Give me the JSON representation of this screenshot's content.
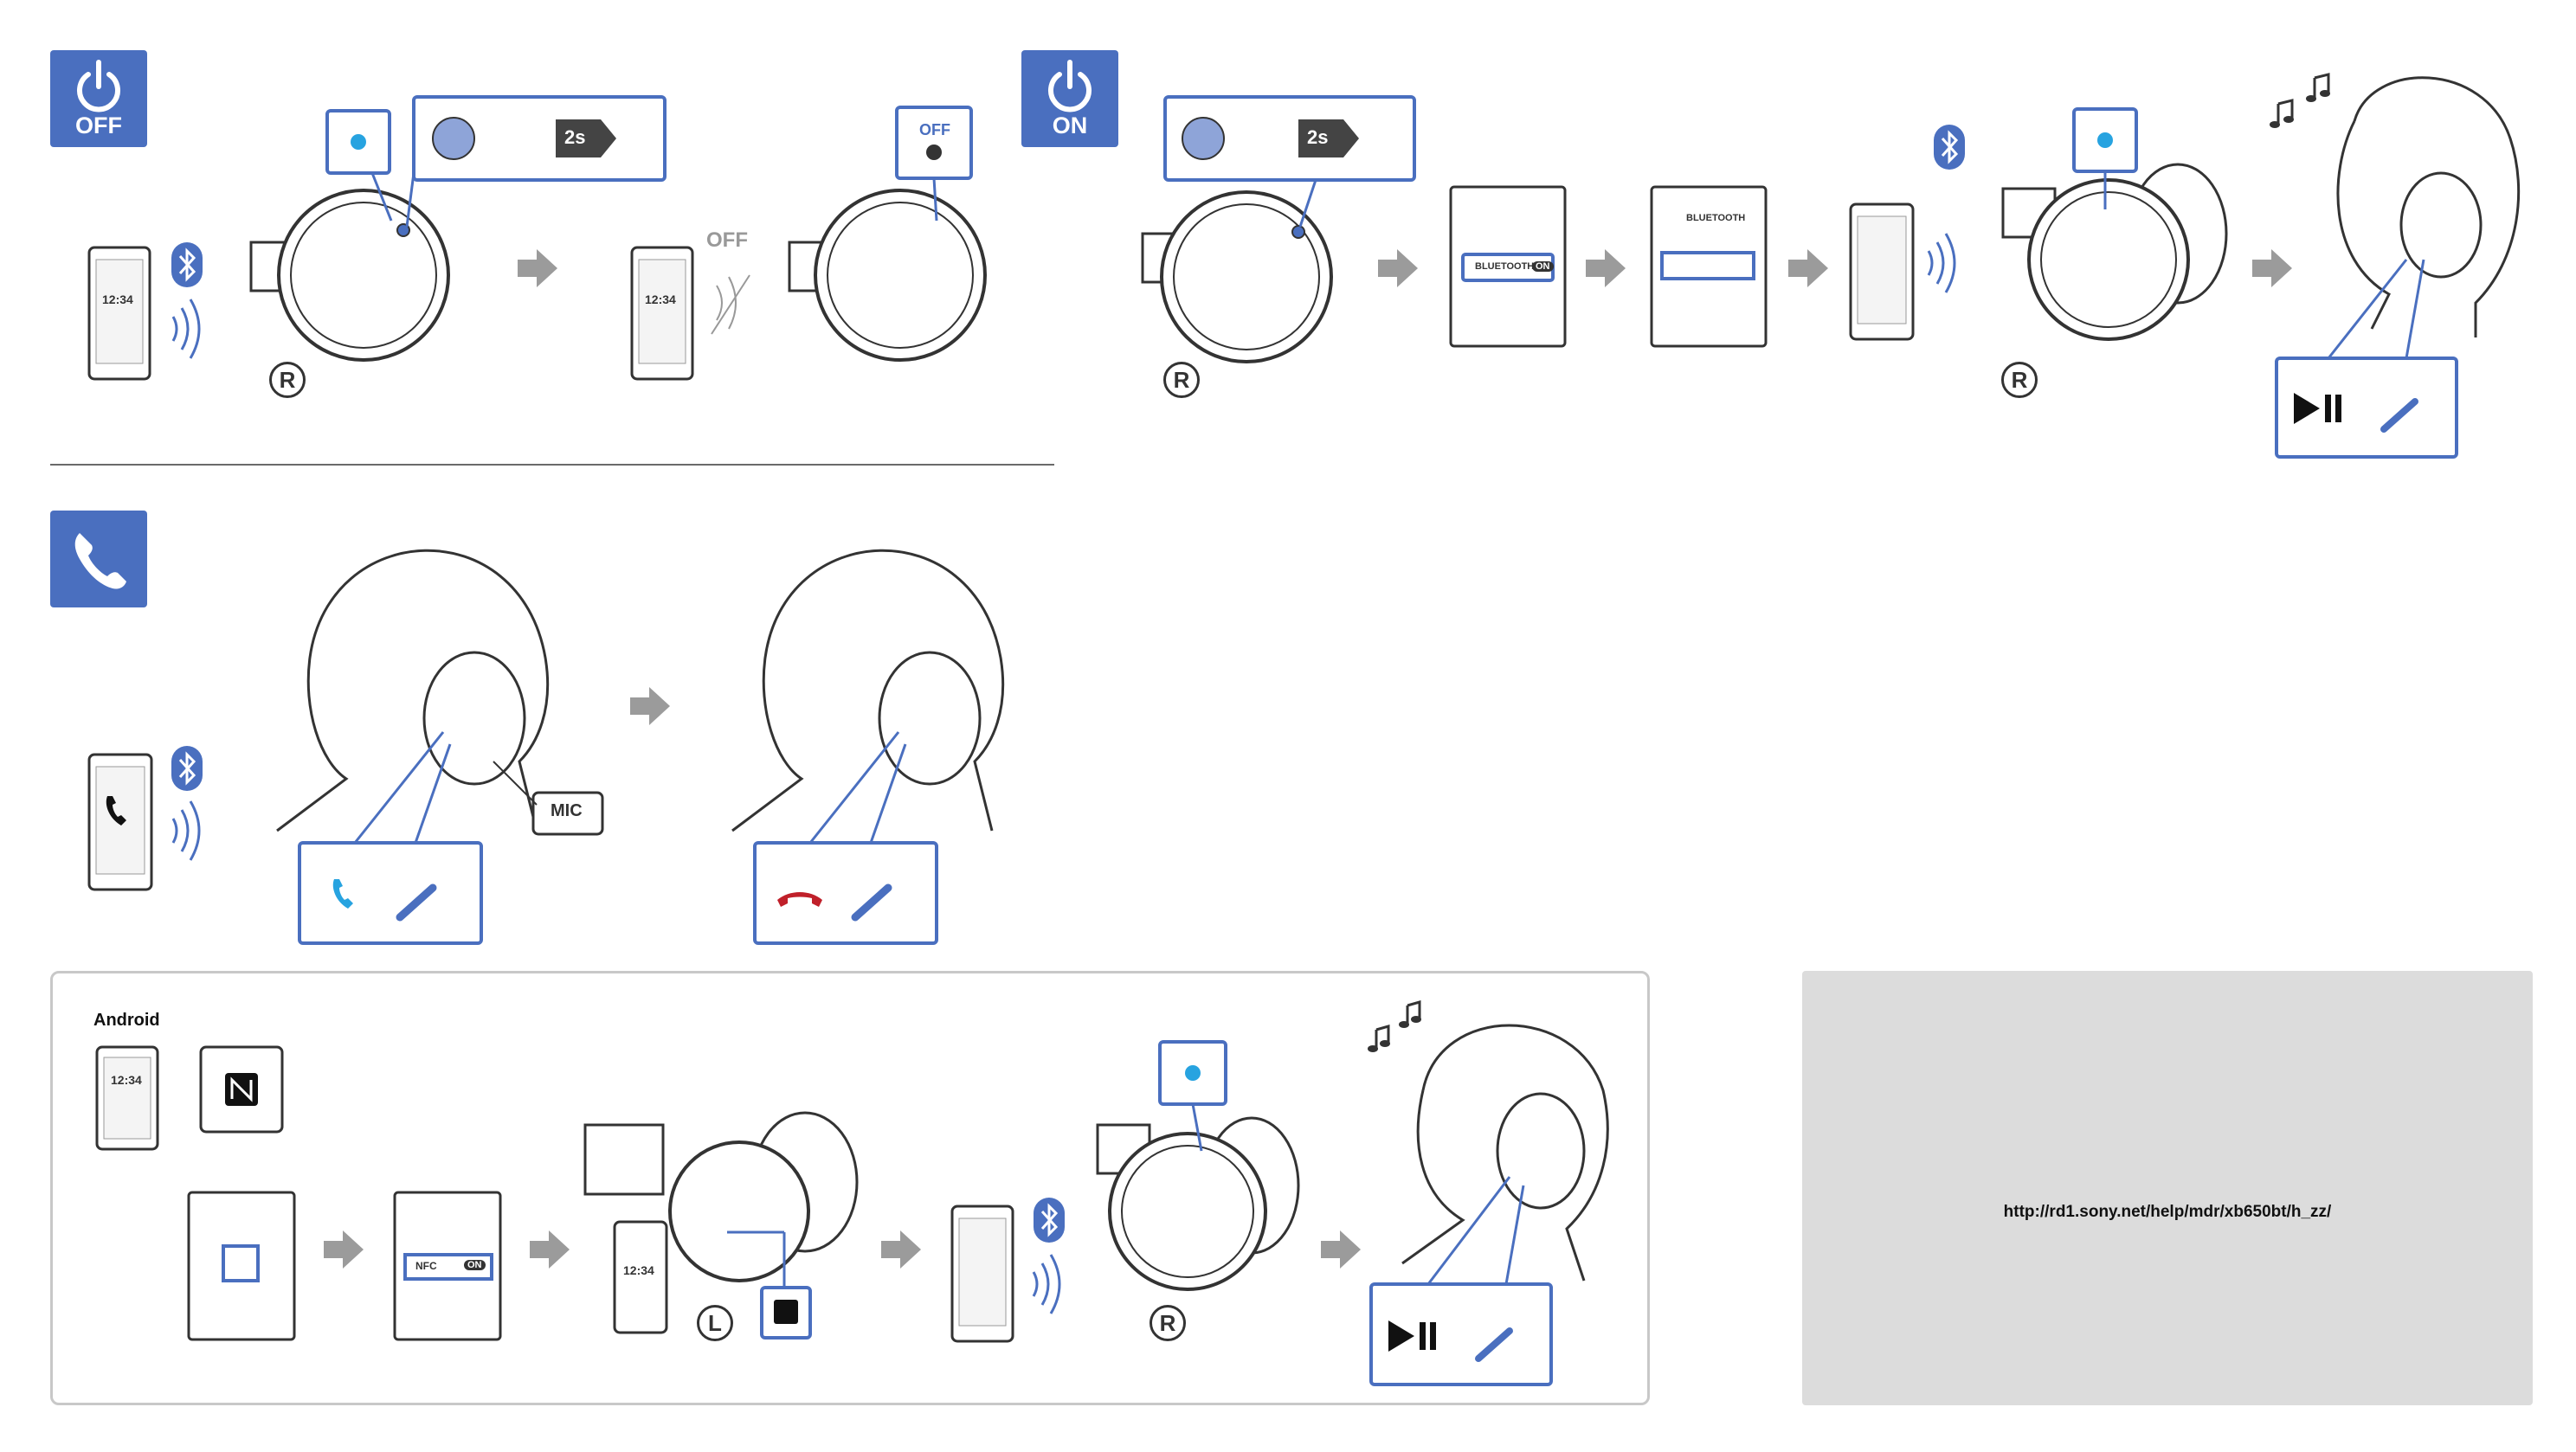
{
  "sections": {
    "off": {
      "tag_label": "OFF",
      "icon": "power-icon"
    },
    "on": {
      "tag_label": "ON",
      "icon": "power-icon"
    },
    "call": {
      "icon": "phone-icon"
    },
    "info": {
      "icon": "info-icon"
    }
  },
  "labels": {
    "phone_clock": "12:34",
    "off_status": "OFF",
    "off_callout": "OFF",
    "right_mark": "R",
    "left_mark": "L",
    "hold_time": "2s",
    "bluetooth_item": "BLUETOOTH",
    "bluetooth_toggle": "ON",
    "mic_label": "MIC",
    "android_label": "Android",
    "nfc_item": "NFC",
    "nfc_toggle": "ON",
    "help_url": "http://rd1.sony.net/help/mdr/xb650bt/h_zz/"
  },
  "colors": {
    "accent_blue": "#4a6fbf",
    "led_blue": "#27a3e0",
    "hangup_red": "#c0202a",
    "arrow_gray": "#9b9b9b",
    "info_bg": "#dcdcdc"
  },
  "icons": [
    "power-icon",
    "phone-icon",
    "info-icon",
    "bluetooth-icon",
    "nfc-icon",
    "play-pause-icon",
    "music-note-icon",
    "arrow-right-icon",
    "headphone-icon",
    "qr-code"
  ]
}
